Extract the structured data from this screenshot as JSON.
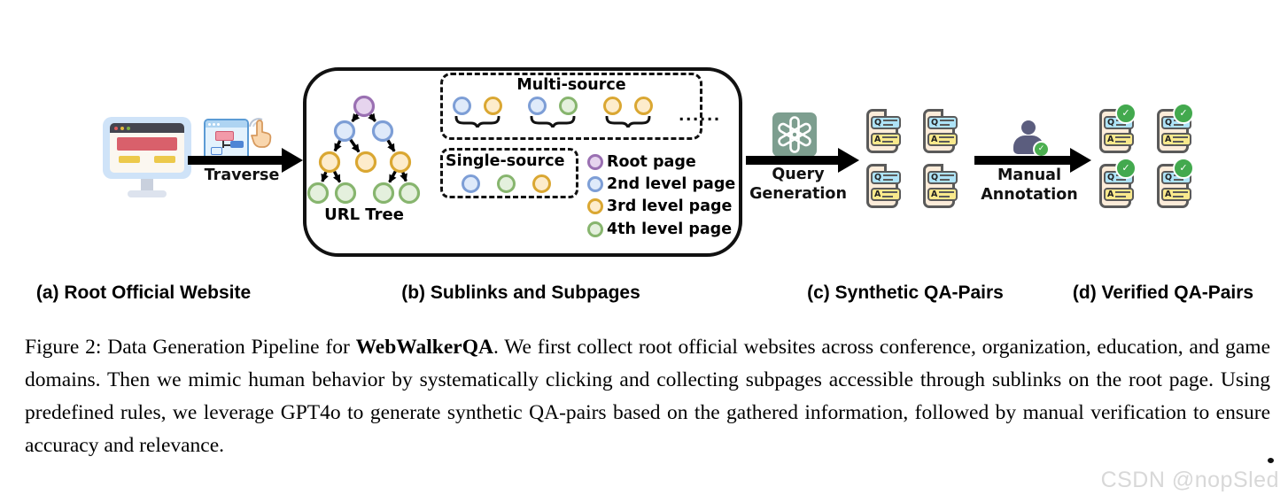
{
  "diagram": {
    "traverse_label": "Traverse",
    "query_generation_line1": "Query",
    "query_generation_line2": "Generation",
    "manual_annotation_line1": "Manual",
    "manual_annotation_line2": "Annotation",
    "url_tree_label": "URL Tree",
    "multi_source_label": "Multi-source",
    "single_source_label": "Single-source",
    "ellipsis": "......",
    "qa_doc": {
      "q_label": "Q",
      "a_label": "A"
    },
    "check_glyph": "✓",
    "legend": [
      {
        "label": "Root page",
        "level": "root",
        "fill": "#e6d4ee",
        "stroke": "#9a70b2"
      },
      {
        "label": "2nd level page",
        "level": "2nd",
        "fill": "#dfeafa",
        "stroke": "#7d9ed6"
      },
      {
        "label": "3rd level page",
        "level": "3rd",
        "fill": "#fdeccc",
        "stroke": "#daa732"
      },
      {
        "label": "4th level page",
        "level": "4th",
        "fill": "#e4f0dd",
        "stroke": "#87b56e"
      }
    ],
    "multi_source_pairs": [
      [
        "2nd",
        "3rd"
      ],
      [
        "2nd",
        "4th"
      ],
      [
        "3rd",
        "3rd"
      ]
    ],
    "single_source_nodes": [
      "2nd",
      "4th",
      "3rd"
    ],
    "icons": [
      "website-monitor-icon",
      "sitemap-click-icon",
      "gpt-icon",
      "annotator-person-icon",
      "qa-document-icon",
      "check-icon"
    ],
    "accent_colors": {
      "arrow": "#000000",
      "gpt_badge_bg": "#7d9e8f",
      "check_green": "#43a94e",
      "doc_fill": "#fcecd9",
      "q_badge": "#aee3f7",
      "a_badge": "#f9e98c"
    }
  },
  "stage_captions": {
    "a": "(a) Root Official Website",
    "b": "(b) Sublinks and Subpages",
    "c": "(c) Synthetic QA-Pairs",
    "d": "(d) Verified QA-Pairs"
  },
  "caption": {
    "prefix": "Figure 2: Data Generation Pipeline for ",
    "bold": "WebWalkerQA",
    "body": ". We first collect root official websites across conference, organization, education, and game domains. Then we mimic human behavior by systematically clicking and collecting subpages accessible through sublinks on the root page. Using predefined rules, we leverage GPT4o to generate synthetic QA-pairs based on the gathered information, followed by manual verification to ensure accuracy and relevance."
  },
  "watermark": "CSDN @nopSled"
}
